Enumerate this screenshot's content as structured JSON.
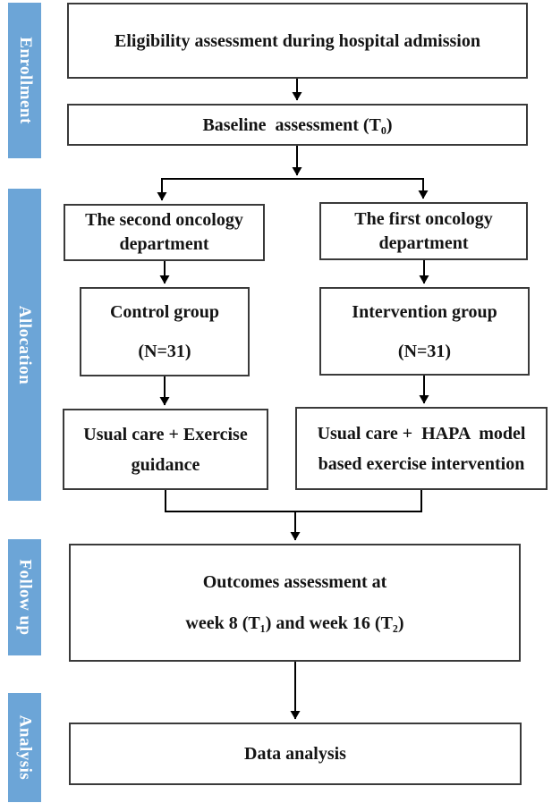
{
  "stages": [
    {
      "label": "Enrollment"
    },
    {
      "label": "Allocation"
    },
    {
      "label": "Follow up"
    },
    {
      "label": "Analysis"
    }
  ],
  "boxes": {
    "eligibility": {
      "text": "Eligibility assessment during hospital admission"
    },
    "baseline": {
      "text": "Baseline  assessment (T₀)"
    },
    "second_oncology": {
      "line1": "The second oncology",
      "line2": "department"
    },
    "first_oncology": {
      "line1": "The first oncology",
      "line2": "department"
    },
    "control_group": {
      "line1": "Control group",
      "line2": "(N=31)"
    },
    "intervention_group": {
      "line1": "Intervention group",
      "line2": "(N=31)"
    },
    "usual_care": {
      "line1": "Usual care + Exercise",
      "line2": "guidance"
    },
    "hapa_intervention": {
      "line1": "Usual care +  HAPA  model",
      "line2": "based exercise intervention"
    },
    "outcomes": {
      "line1": "Outcomes assessment at",
      "line2": "week 8 (T₁) and week 16 (T₂)"
    },
    "data_analysis": {
      "text": "Data analysis"
    }
  },
  "colors": {
    "band_blue": "#6ca5d7",
    "band_text": "#ffffff",
    "box_border": "#3a3a3a",
    "line_black": "#000000",
    "text_black": "#141414"
  }
}
